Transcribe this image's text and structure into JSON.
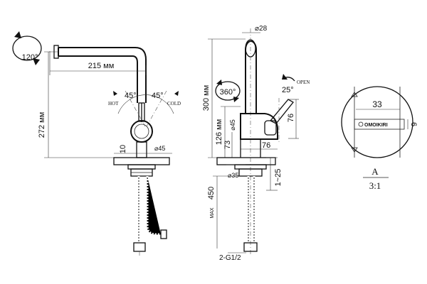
{
  "front_view": {
    "rotation_label": "120°",
    "spout_reach": "215 мм",
    "height_total": "272 мм",
    "hot_label": "HOT",
    "cold_label": "COLD",
    "angle_hot": "45°",
    "angle_cold": "45°",
    "base_thickness": "10",
    "base_diameter": "⌀45"
  },
  "side_view": {
    "top_diameter": "⌀28",
    "height_total": "300 мм",
    "rotation_label": "360°",
    "open_label": "OPEN",
    "lever_angle": "25°",
    "lever_height": "76",
    "lever_diameter": "⌀45",
    "base_height": "126 мм",
    "body_height": "73",
    "body_depth": "76",
    "thread_diameter": "⌀35",
    "hose_length": "450",
    "max_label": "MAX",
    "countertop_range": "1~25",
    "connection": "2-G1/2"
  },
  "detail_view": {
    "width": "33",
    "height": "6",
    "brand": "OMOIKIRI",
    "label": "A",
    "scale": "3:1"
  }
}
